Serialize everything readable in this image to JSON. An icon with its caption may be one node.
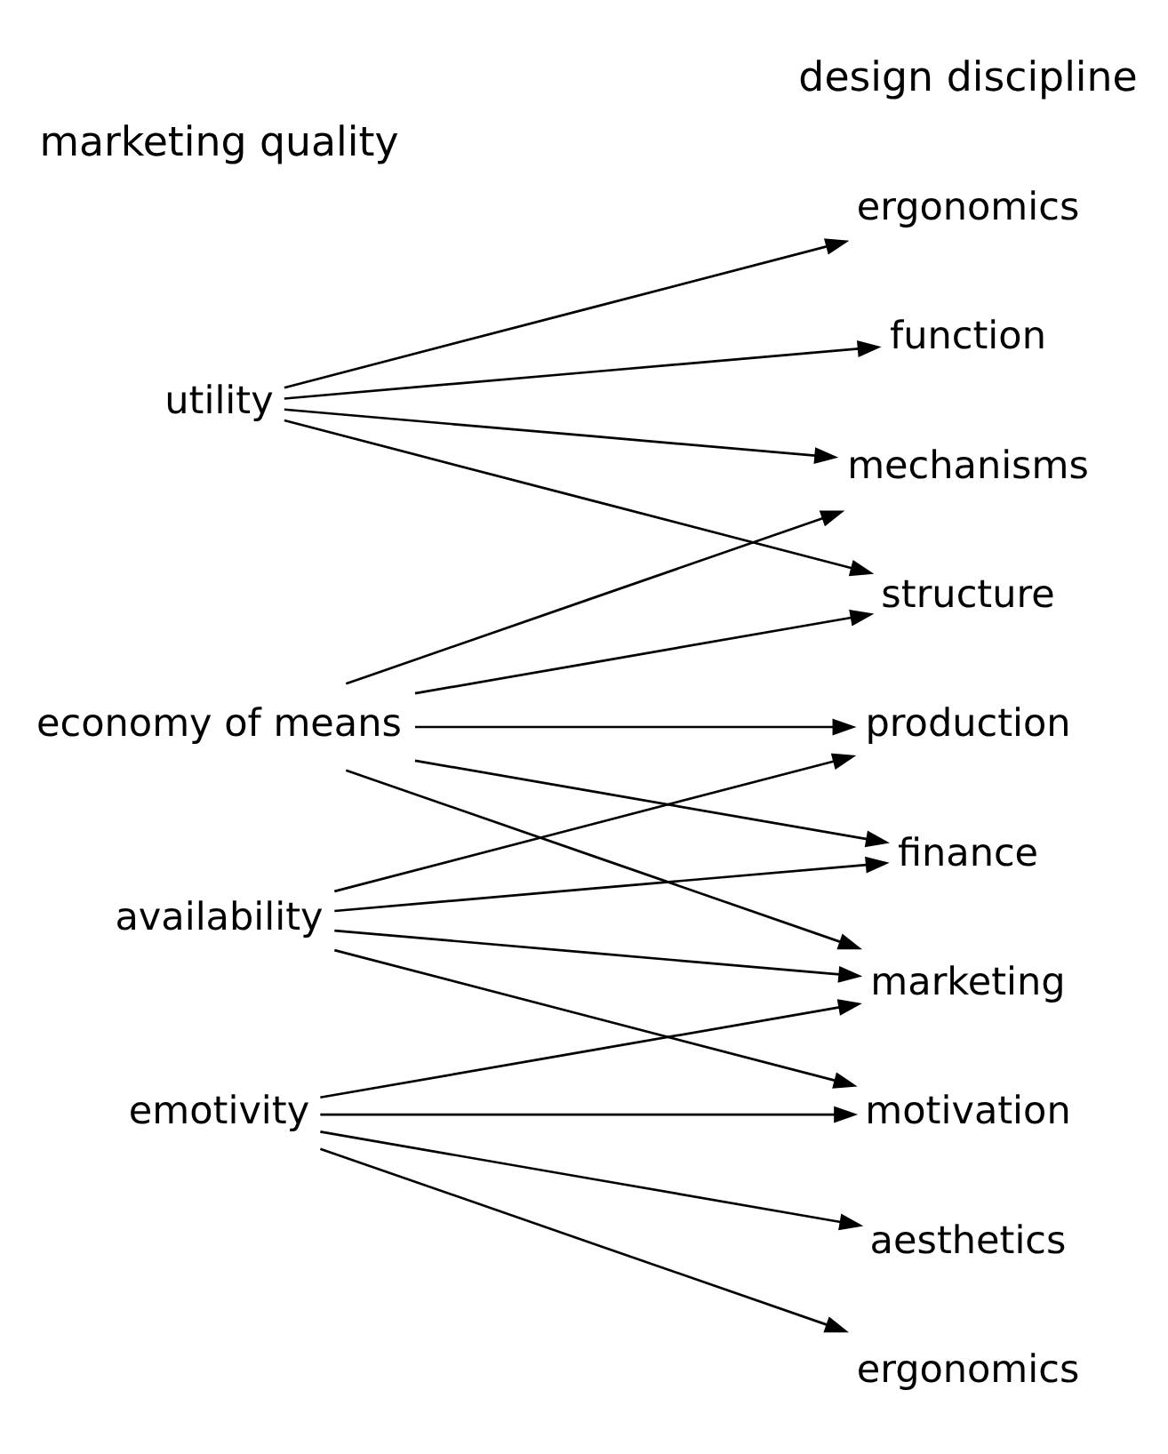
{
  "diagram": {
    "nodes": [
      {
        "text": [
          "utility"
        ]
      },
      {
        "text": [
          "economy of means"
        ]
      },
      {
        "text": [
          "availability"
        ]
      },
      {
        "text": [
          "emotivity"
        ]
      },
      {
        "text": [
          "ergonomics"
        ]
      },
      {
        "text": [
          "function"
        ]
      },
      {
        "text": [
          "mechanisms"
        ]
      },
      {
        "text": [
          "structure"
        ]
      },
      {
        "text": [
          "production"
        ]
      },
      {
        "text": [
          "finance"
        ]
      },
      {
        "text": [
          "marketing"
        ]
      },
      {
        "text": [
          "motivation"
        ]
      },
      {
        "text": [
          "aesthetics"
        ]
      },
      {
        "text": [
          "ergonomics"
        ]
      }
    ],
    "edges": [
      {
        "from": 0,
        "to": 4,
        "arrow": "to"
      },
      {
        "from": 0,
        "to": 5,
        "arrow": "to"
      },
      {
        "from": 0,
        "to": 6,
        "arrow": "to"
      },
      {
        "from": 0,
        "to": 7,
        "arrow": "to"
      },
      {
        "from": 1,
        "to": 6,
        "arrow": "to"
      },
      {
        "from": 1,
        "to": 7,
        "arrow": "to"
      },
      {
        "from": 1,
        "to": 8,
        "arrow": "to"
      },
      {
        "from": 1,
        "to": 9,
        "arrow": "to"
      },
      {
        "from": 1,
        "to": 10,
        "arrow": "to"
      },
      {
        "from": 2,
        "to": 8,
        "arrow": "to"
      },
      {
        "from": 2,
        "to": 9,
        "arrow": "to"
      },
      {
        "from": 2,
        "to": 10,
        "arrow": "to"
      },
      {
        "from": 2,
        "to": 11,
        "arrow": "to"
      },
      {
        "from": 3,
        "to": 10,
        "arrow": "to"
      },
      {
        "from": 3,
        "to": 11,
        "arrow": "to"
      },
      {
        "from": 3,
        "to": 12,
        "arrow": "to"
      },
      {
        "from": 3,
        "to": 13,
        "arrow": "to"
      }
    ],
    "labels": [
      "marketing quality",
      "design discipline"
    ]
  }
}
